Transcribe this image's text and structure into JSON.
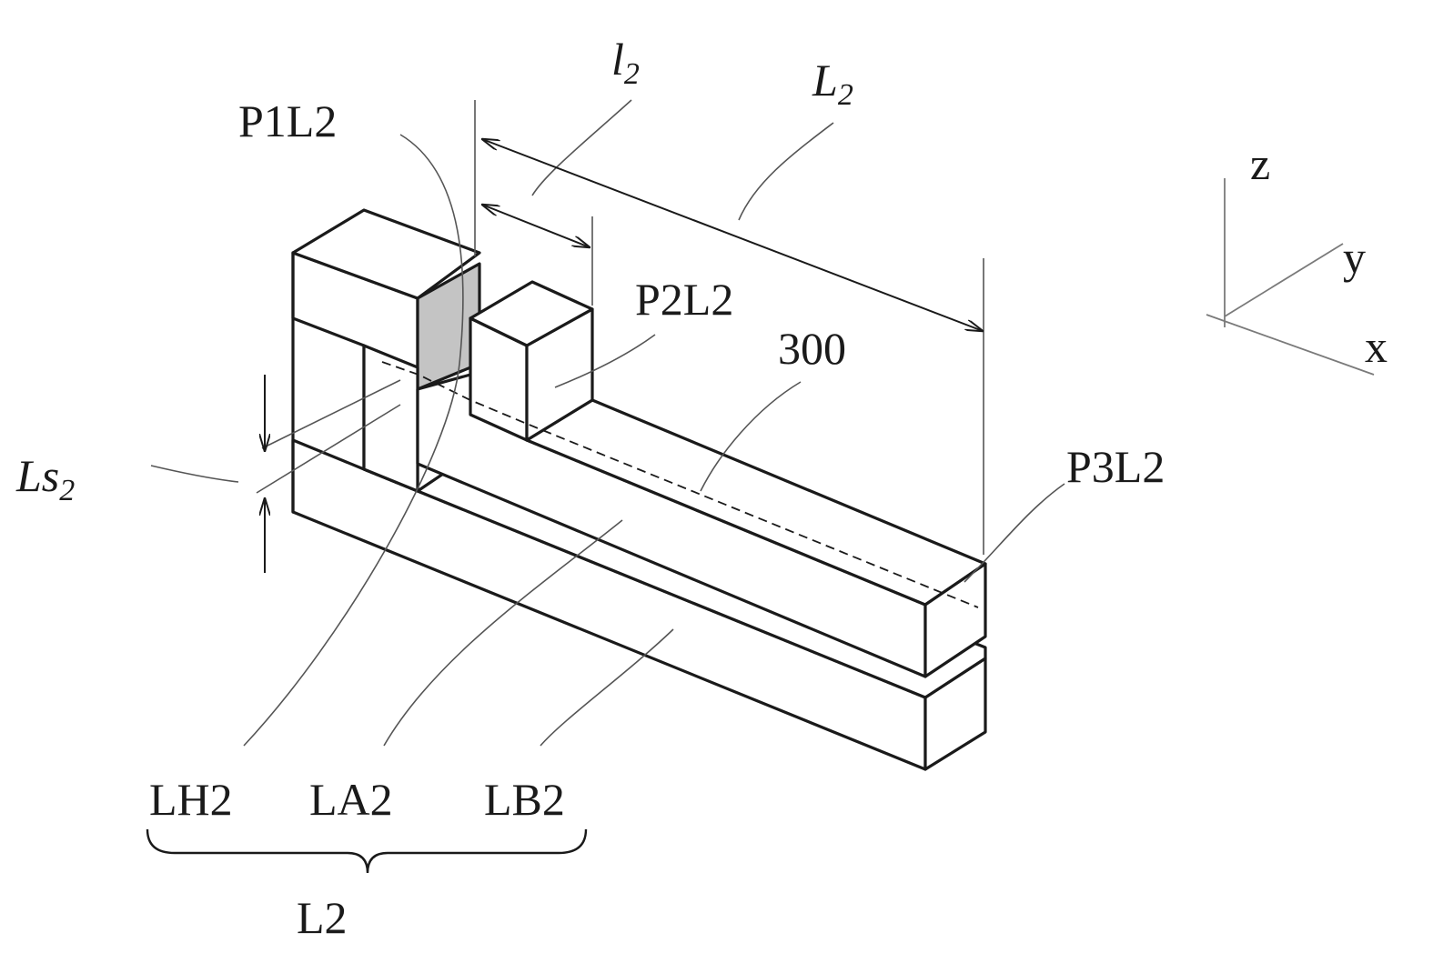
{
  "labels": {
    "l2": "l",
    "l2_sub": "2",
    "L2_dim": "L",
    "L2_dim_sub": "2",
    "Ls2": "Ls",
    "Ls2_sub": "2",
    "P1L2": "P1L2",
    "P2L2": "P2L2",
    "P3L2": "P3L2",
    "ref300": "300",
    "LH2": "LH2",
    "LA2": "LA2",
    "LB2": "LB2",
    "L2_group": "L2"
  },
  "axes": {
    "z": "z",
    "y": "y",
    "x": "x"
  },
  "colors": {
    "line": "#1a1a1a",
    "shaded_face": "#c4c4c4",
    "background": "#ffffff"
  }
}
